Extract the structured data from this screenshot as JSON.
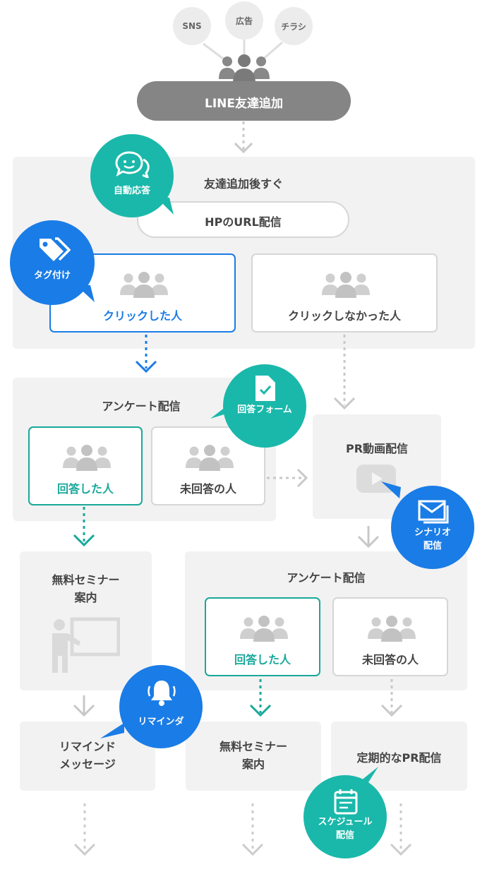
{
  "sources": [
    "SNS",
    "広告",
    "チラシ"
  ],
  "line_add": "LINE友達追加",
  "section1": {
    "title": "友達追加後すぐ",
    "pill": "HPのURL配信",
    "clicked": "クリックした人",
    "not_clicked": "クリックしなかった人"
  },
  "section2": {
    "title": "アンケート配信",
    "answered": "回答した人",
    "unanswered": "未回答の人"
  },
  "pr_video": "PR動画配信",
  "seminar_left": "無料セミナー\n案内",
  "remind_msg": "リマインド\nメッセージ",
  "section3": {
    "title": "アンケート配信",
    "answered": "回答した人",
    "unanswered": "未回答の人"
  },
  "seminar_right": "無料セミナー\n案内",
  "periodic_pr": "定期的なPR配信",
  "badges": {
    "auto_reply": "自動応答",
    "tagging": "タグ付け",
    "answer_form": "回答フォーム",
    "scenario": "シナリオ\n配信",
    "reminder": "リマインダ",
    "schedule": "スケジュール\n配信"
  },
  "colors": {
    "blue": "#1a7ce6",
    "teal": "#19a89a",
    "gray": "#c8c8c8"
  }
}
